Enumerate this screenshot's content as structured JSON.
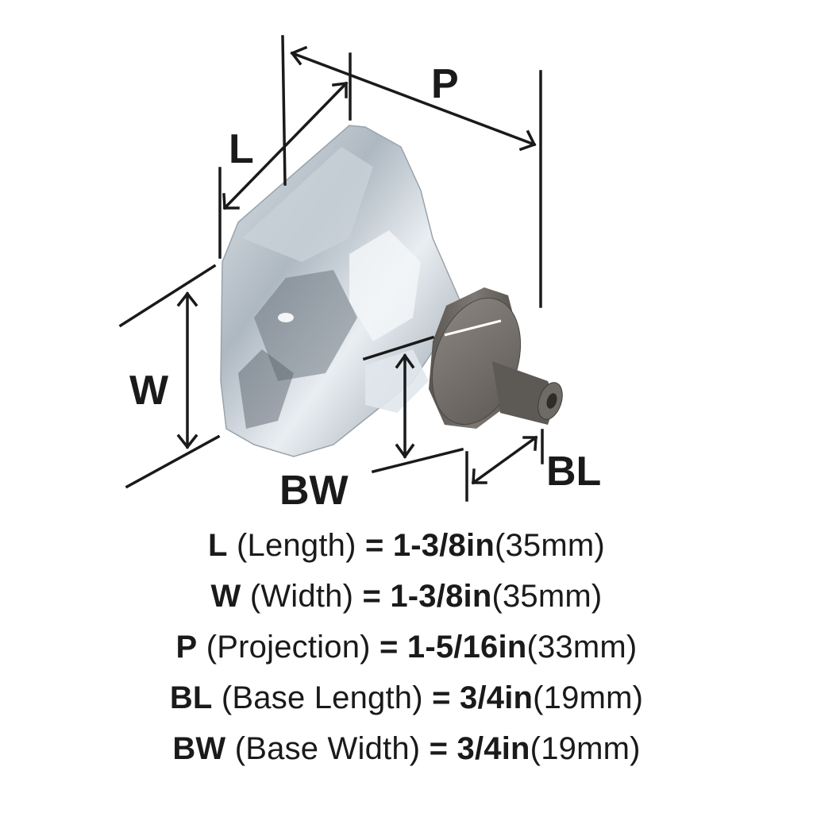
{
  "diagram": {
    "subject": "crystal cabinet knob with metal base",
    "colors": {
      "line": "#1a1a1a",
      "glass_light": "#e6ebef",
      "glass_mid": "#b9c2ca",
      "glass_dark": "#5d6670",
      "metal_light": "#8a8580",
      "metal_mid": "#6e6a66",
      "metal_dark": "#4a4744"
    },
    "labels": {
      "L": "L",
      "W": "W",
      "P": "P",
      "BL": "BL",
      "BW": "BW"
    }
  },
  "specs": [
    {
      "abbr": "L",
      "name": "(Length)",
      "eq": "=",
      "imperial": "1-3/8in",
      "metric": "(35mm)"
    },
    {
      "abbr": "W",
      "name": "(Width)",
      "eq": "=",
      "imperial": "1-3/8in",
      "metric": "(35mm)"
    },
    {
      "abbr": "P",
      "name": "(Projection)",
      "eq": "=",
      "imperial": "1-5/16in",
      "metric": "(33mm)"
    },
    {
      "abbr": "BL",
      "name": "(Base Length)",
      "eq": "=",
      "imperial": "3/4in",
      "metric": "(19mm)"
    },
    {
      "abbr": "BW",
      "name": "(Base Width)",
      "eq": "=",
      "imperial": "3/4in",
      "metric": "(19mm)"
    }
  ]
}
